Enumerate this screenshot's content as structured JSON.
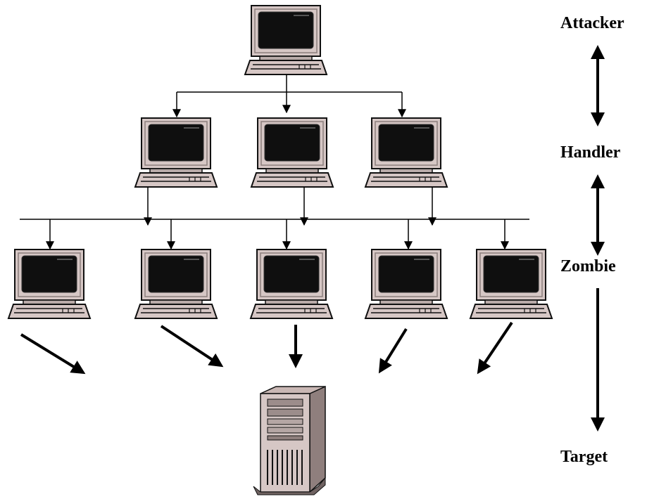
{
  "labels": {
    "attacker": "Attacker",
    "handler": "Handler",
    "zombie": "Zombie",
    "target": "Target"
  },
  "nodes": {
    "attacker_count": 1,
    "handler_count": 3,
    "zombie_count": 5,
    "target_count": 1
  },
  "icons": {
    "computer": "desktop-computer-icon",
    "server": "server-tower-icon"
  },
  "colors": {
    "monitor_body": "#d6c7c5",
    "screen": "#0f0f0f",
    "line": "#000000",
    "background": "#ffffff"
  }
}
